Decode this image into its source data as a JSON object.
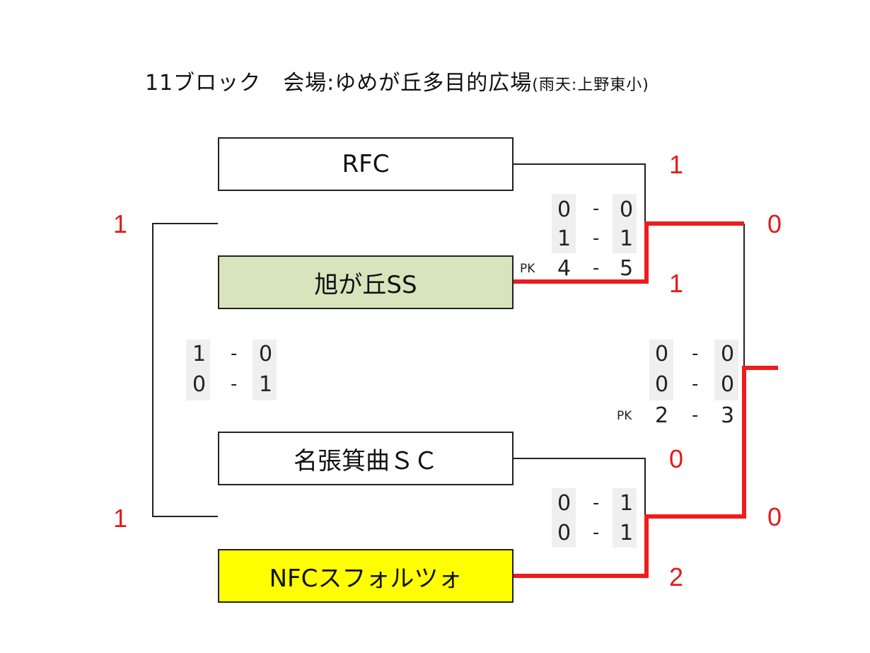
{
  "title": {
    "block": "11ブロック",
    "venue": "会場:ゆめが丘多目的広場",
    "rain": "(雨天:上野東小)"
  },
  "teams": [
    {
      "name": "RFC",
      "fill": "#ffffff"
    },
    {
      "name": "旭が丘SS",
      "fill": "#d8e4bc"
    },
    {
      "name": "名張箕曲ＳＣ",
      "fill": "#ffffff"
    },
    {
      "name": "NFCスフォルツォ",
      "fill": "#ffff00"
    }
  ],
  "results": {
    "rfc_score": "1",
    "asahi_score": "1",
    "semi1_winner_score": "0",
    "meibari_score": "0",
    "nfc_score": "2",
    "semi2_winner_score": "0",
    "left_top_score": "1",
    "left_bottom_score": "1"
  },
  "match1": {
    "row1": [
      "0",
      "0"
    ],
    "row2": [
      "1",
      "1"
    ],
    "pk_label": "PK",
    "pk": [
      "4",
      "5"
    ]
  },
  "match2": {
    "row1": [
      "0",
      "1"
    ],
    "row2": [
      "0",
      "1"
    ]
  },
  "left_match": {
    "row1": [
      "1",
      "0"
    ],
    "row2": [
      "0",
      "1"
    ]
  },
  "final": {
    "row1": [
      "0",
      "0"
    ],
    "row2": [
      "0",
      "0"
    ],
    "pk_label": "PK",
    "pk": [
      "2",
      "3"
    ]
  },
  "dash": "-",
  "colors": {
    "win_line": "#ee1c1c",
    "score_red": "#e31b1b"
  }
}
